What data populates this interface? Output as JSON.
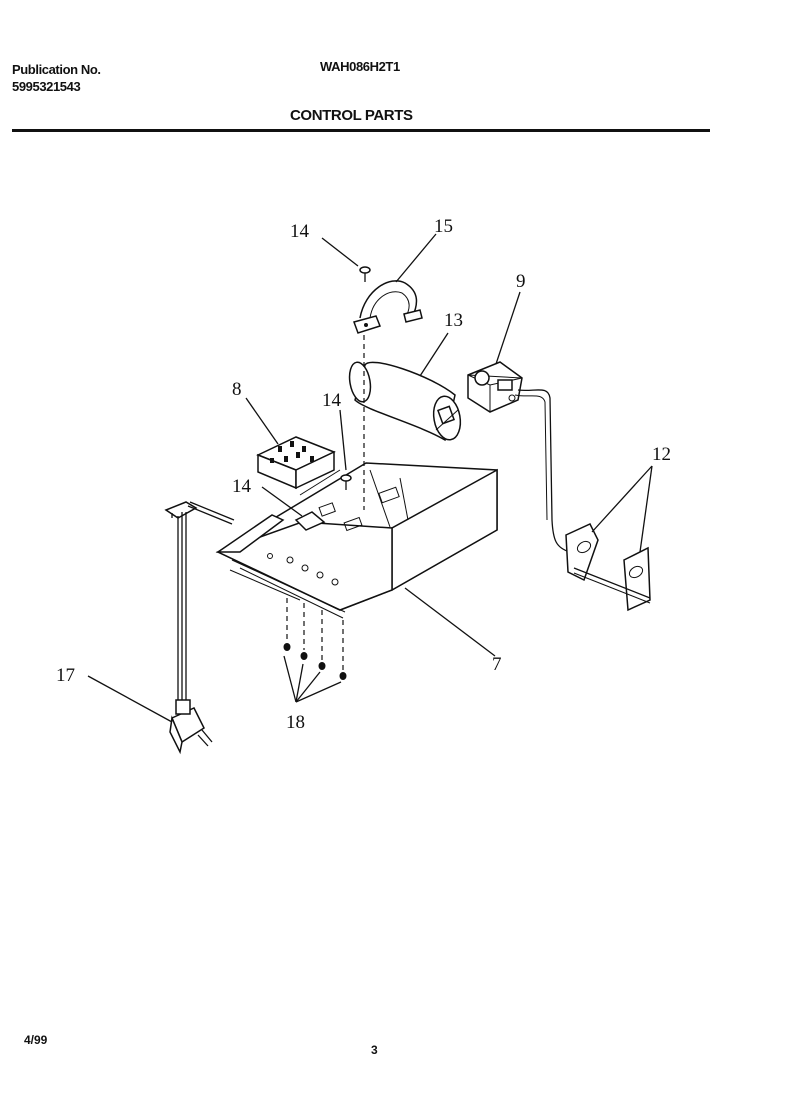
{
  "header": {
    "publication_label": "Publication No.",
    "publication_number": "5995321543",
    "model": "WAH086H2T1",
    "title": "CONTROL PARTS"
  },
  "footer": {
    "date": "4/99",
    "page": "3"
  },
  "callouts": [
    {
      "id": "c14a",
      "label": "14"
    },
    {
      "id": "c15",
      "label": "15"
    },
    {
      "id": "c13",
      "label": "13"
    },
    {
      "id": "c9",
      "label": "9"
    },
    {
      "id": "c8",
      "label": "8"
    },
    {
      "id": "c14b",
      "label": "14"
    },
    {
      "id": "c14c",
      "label": "14"
    },
    {
      "id": "c12",
      "label": "12"
    },
    {
      "id": "c7",
      "label": "7"
    },
    {
      "id": "c17",
      "label": "17"
    },
    {
      "id": "c18",
      "label": "18"
    }
  ]
}
